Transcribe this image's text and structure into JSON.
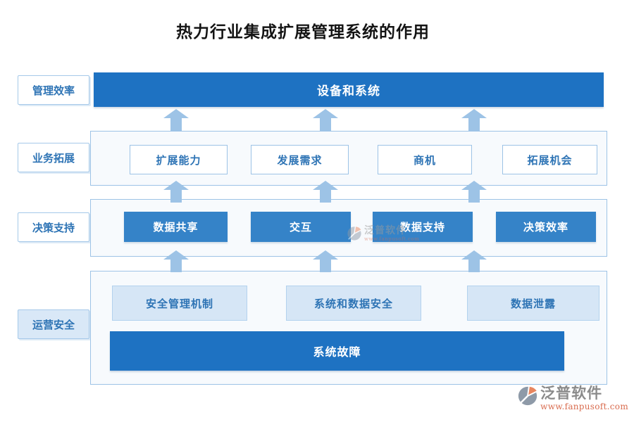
{
  "title": "热力行业集成扩展管理系统的作用",
  "colors": {
    "dark_blue": "#1e72c2",
    "mid_blue": "#3583c8",
    "arrow_blue": "#9dc3e6",
    "container_bg": "#f7fafd",
    "light_box_bg": "#d6e6f6",
    "text_blue": "#2e74b5",
    "watermark_gray": "#8b8b8b",
    "watermark_orange": "#d96c4f"
  },
  "rows": [
    {
      "label": "管理效率",
      "bar": "设备和系统"
    },
    {
      "label": "业务拓展",
      "boxes": [
        "扩展能力",
        "发展需求",
        "商机",
        "拓展机会"
      ]
    },
    {
      "label": "决策支持",
      "boxes": [
        "数据共享",
        "交互",
        "数据支持",
        "决策效率"
      ]
    },
    {
      "label": "运营安全",
      "boxes": [
        "安全管理机制",
        "系统和数据安全",
        "数据泄露"
      ],
      "bar": "系统故障"
    }
  ],
  "watermark": {
    "brand": "泛普软件",
    "url": "www.fanpusoft.com"
  }
}
